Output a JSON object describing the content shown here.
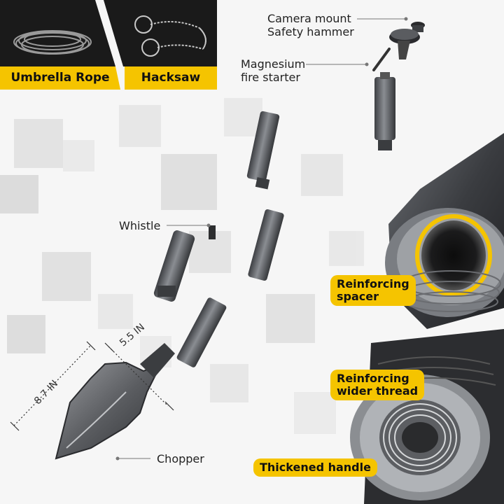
{
  "banners": {
    "rope": "Umbrella Rope",
    "saw": "Hacksaw"
  },
  "labels": {
    "camera_mount_line1": "Camera mount",
    "camera_mount_line2": "Safety hammer",
    "magnesium_line1": "Magnesium",
    "magnesium_line2": "fire starter",
    "whistle": "Whistle",
    "chopper": "Chopper",
    "spacer_line1": "Reinforcing",
    "spacer_line2": "spacer",
    "thread_line1": "Reinforcing",
    "thread_line2": "wider thread",
    "handle": "Thickened handle"
  },
  "dimensions": {
    "width": "5.5 IN",
    "length": "8.7 IN"
  },
  "colors": {
    "accent_yellow": "#f5c400",
    "dark_panel": "#1a1a1a",
    "metal_dark": "#4a4c50",
    "metal_light": "#8a8d92"
  }
}
